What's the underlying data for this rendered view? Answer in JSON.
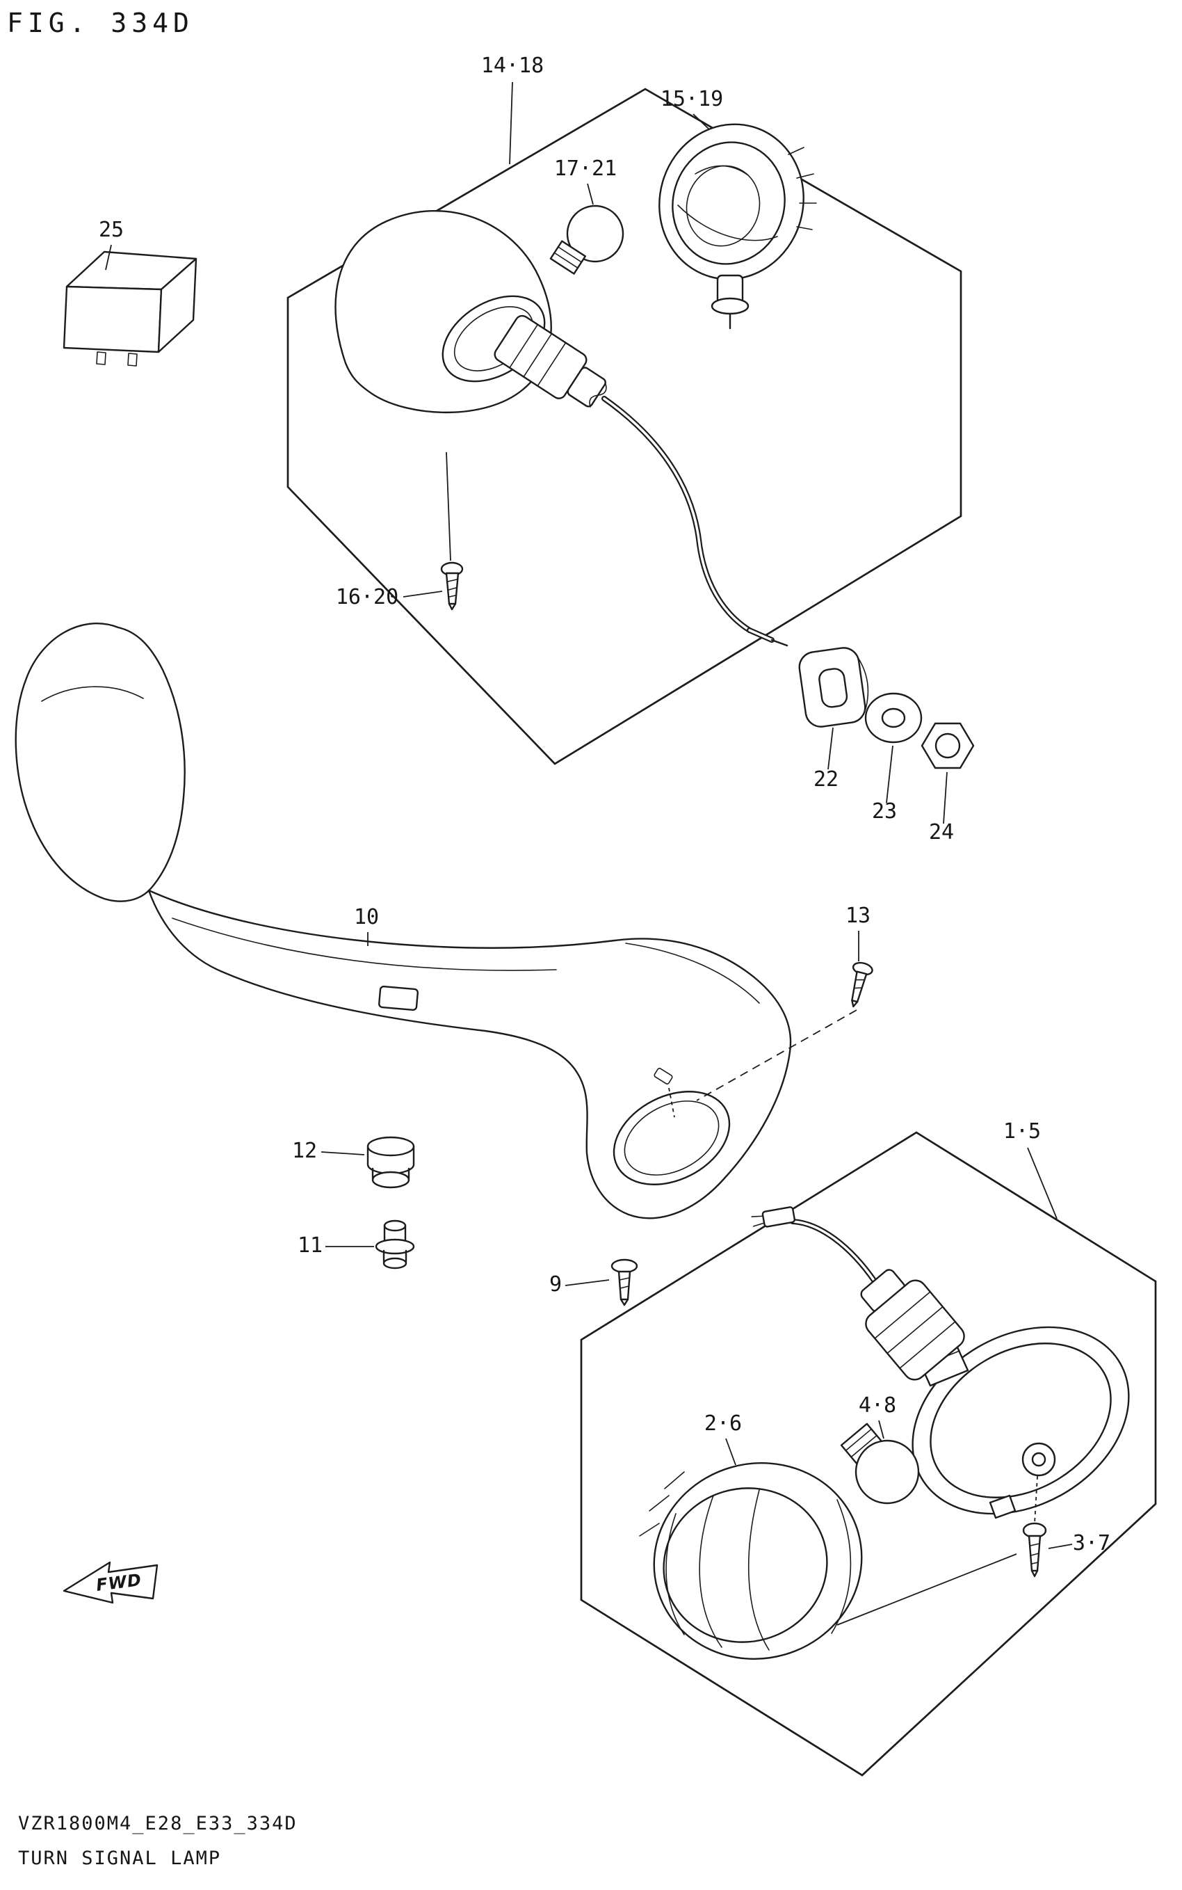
{
  "figure": {
    "title": "FIG. 334D",
    "code": "VZR1800M4_E28_E33_334D",
    "caption": "TURN SIGNAL LAMP"
  },
  "flag": {
    "label": "FWD"
  },
  "colors": {
    "ink": "#1c1c1c",
    "paper": "#ffffff"
  },
  "callouts": {
    "n25": "25",
    "n14_18": "14·18",
    "n15_19": "15·19",
    "n17_21": "17·21",
    "n16_20": "16·20",
    "n22": "22",
    "n23": "23",
    "n24": "24",
    "n10": "10",
    "n13": "13",
    "n12": "12",
    "n11": "11",
    "n9": "9",
    "n1_5": "1·5",
    "n2_6": "2·6",
    "n4_8": "4·8",
    "n3_7": "3·7"
  }
}
